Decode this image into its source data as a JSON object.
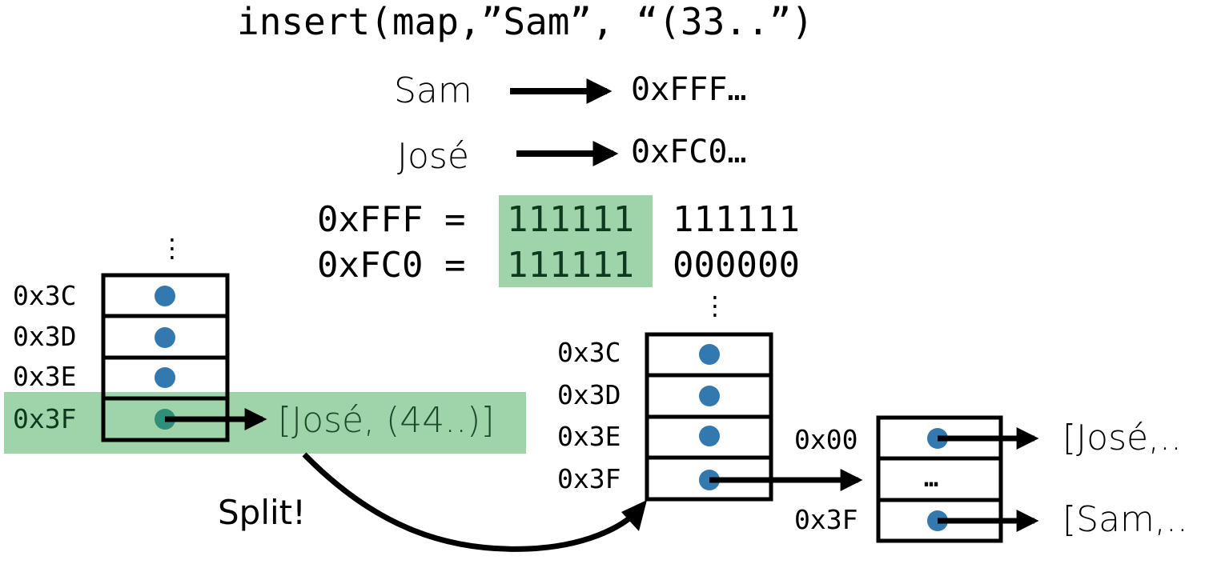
{
  "call": {
    "text": "insert(map,”Sam”, “(33..”)"
  },
  "hashes": [
    {
      "key": "Sam",
      "hash": "0xFFF…"
    },
    {
      "key": "José",
      "hash": "0xFC0…"
    }
  ],
  "binary": {
    "rows": [
      {
        "label": "0xFFF =",
        "prefix": "111111",
        "suffix": "111111"
      },
      {
        "label": "0xFC0 =",
        "prefix": "111111",
        "suffix": "000000"
      }
    ]
  },
  "ellipsis": "⋮",
  "left_dir": {
    "slots": [
      "0x3C",
      "0x3D",
      "0x3E",
      "0x3F"
    ],
    "entry": "[José, (44..)]"
  },
  "split_label": "Split!",
  "right_dir": {
    "slots": [
      "0x3C",
      "0x3D",
      "0x3E",
      "0x3F"
    ]
  },
  "sub_dir": {
    "slots": [
      "0x00",
      "…",
      "0x3F"
    ],
    "entries": [
      "[José,..",
      "[Sam,.."
    ]
  },
  "colors": {
    "highlight": "#9fd3aa",
    "highlight_text": "#0d3a1c",
    "dot": "#3478b0",
    "stroke": "#000000"
  }
}
